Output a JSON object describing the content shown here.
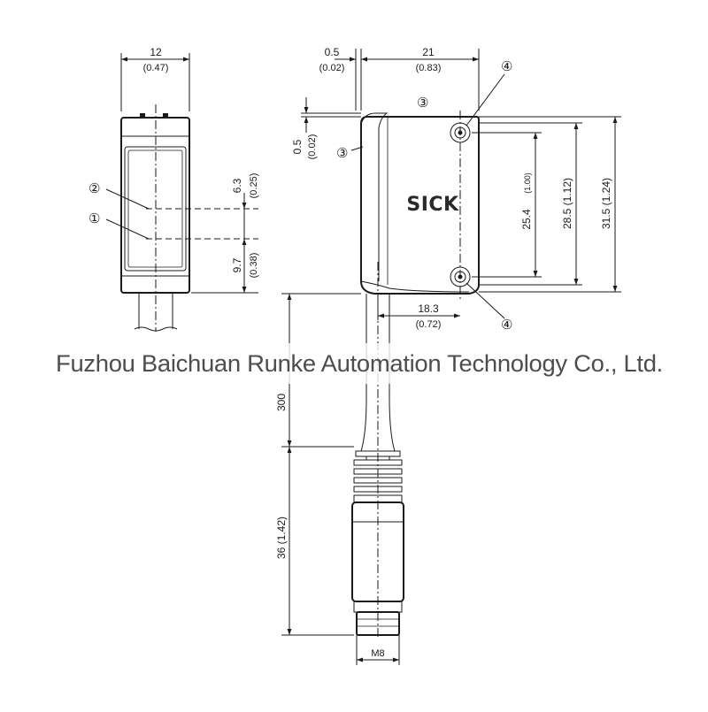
{
  "front_view": {
    "width_mm": "12",
    "width_in": "(0.47)",
    "offset_top_mm": "6.3",
    "offset_top_in": "(0.25)",
    "offset_bottom_mm": "9.7",
    "offset_bottom_in": "(0.38)",
    "callout_1": "①",
    "callout_2": "②"
  },
  "side_view": {
    "brand_text": "SICK",
    "gap_mm": "0.5",
    "gap_in": "(0.02)",
    "length_mm": "21",
    "length_in": "(0.83)",
    "top_offset_mm": "0.5",
    "top_offset_in": "(0.02)",
    "hole_spacing": "25.4",
    "hole_spacing_in": "(1.00)",
    "height_mid": "28.5 (1.12)",
    "height_total": "31.5 (1.24)",
    "hole_offset_mm": "18.3",
    "hole_offset_in": "(0.72)",
    "callout_3": "③",
    "callout_4": "④"
  },
  "cable": {
    "cable_length": "300",
    "connector_length": "36 (1.42)",
    "thread": "M8"
  },
  "watermark": "Fuzhou Baichuan Runke Automation Technology Co., Ltd."
}
